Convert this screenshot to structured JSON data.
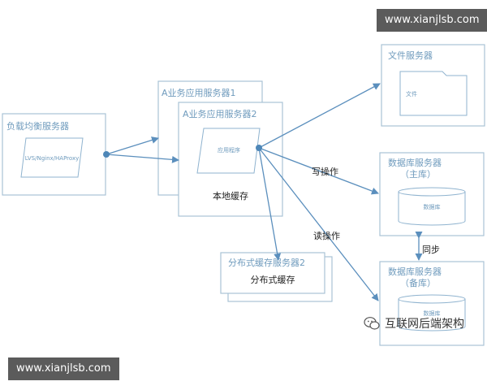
{
  "watermarks": {
    "top": "www.xianjlsb.com",
    "bottom": "www.xianjlsb.com"
  },
  "nodes": {
    "load_balancer": {
      "title": "负载均衡服务器",
      "content": "LVS/Nginx/HAProxy"
    },
    "app_server_1": {
      "title": "A业务应用服务器1"
    },
    "app_server_2": {
      "title": "A业务应用服务器2",
      "program": "应用程序",
      "local_cache": "本地缓存"
    },
    "file_server": {
      "title": "文件服务器",
      "folder": "文件"
    },
    "db_master": {
      "title": "数据库服务器",
      "subtitle": "（主库）",
      "db": "数据库"
    },
    "db_slave": {
      "title": "数据库服务器",
      "subtitle": "（备库）",
      "db": "数据库"
    },
    "dist_cache": {
      "title": "分布式缓存服务器2",
      "content": "分布式缓存"
    }
  },
  "edge_labels": {
    "write": "写操作",
    "read": "读操作",
    "sync": "同步"
  },
  "wechat_account": "互联网后端架构",
  "colors": {
    "line": "#5b8fbd",
    "box_border": "#a9c3d6",
    "title_text": "#6f9bbd"
  }
}
